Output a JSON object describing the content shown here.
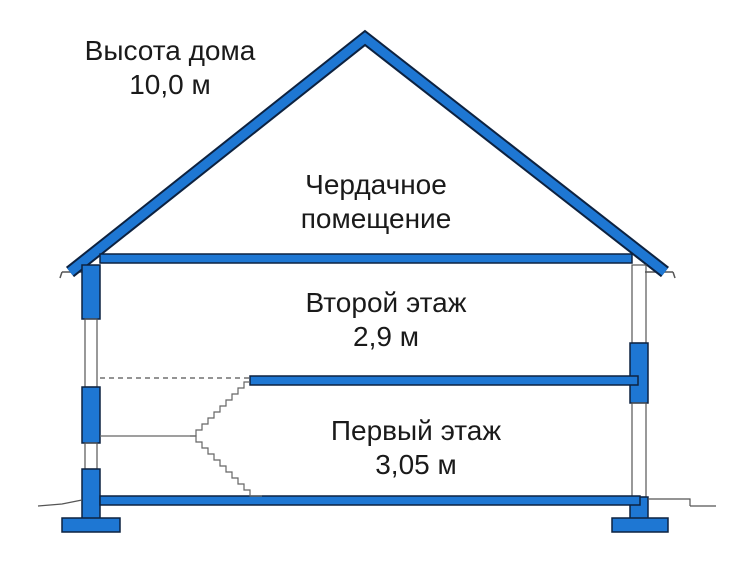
{
  "house_height": {
    "line1": "Высота дома",
    "line2": "10,0 м"
  },
  "attic": {
    "line1": "Чердачное",
    "line2": "помещение"
  },
  "second_floor": {
    "line1": "Второй этаж",
    "line2": "2,9 м"
  },
  "first_floor": {
    "line1": "Первый этаж",
    "line2": "3,05 м"
  },
  "colors": {
    "structure_fill": "#1e77d3",
    "structure_outline": "#0d2240",
    "text": "#1a1a1a",
    "thin_line": "#555555"
  }
}
